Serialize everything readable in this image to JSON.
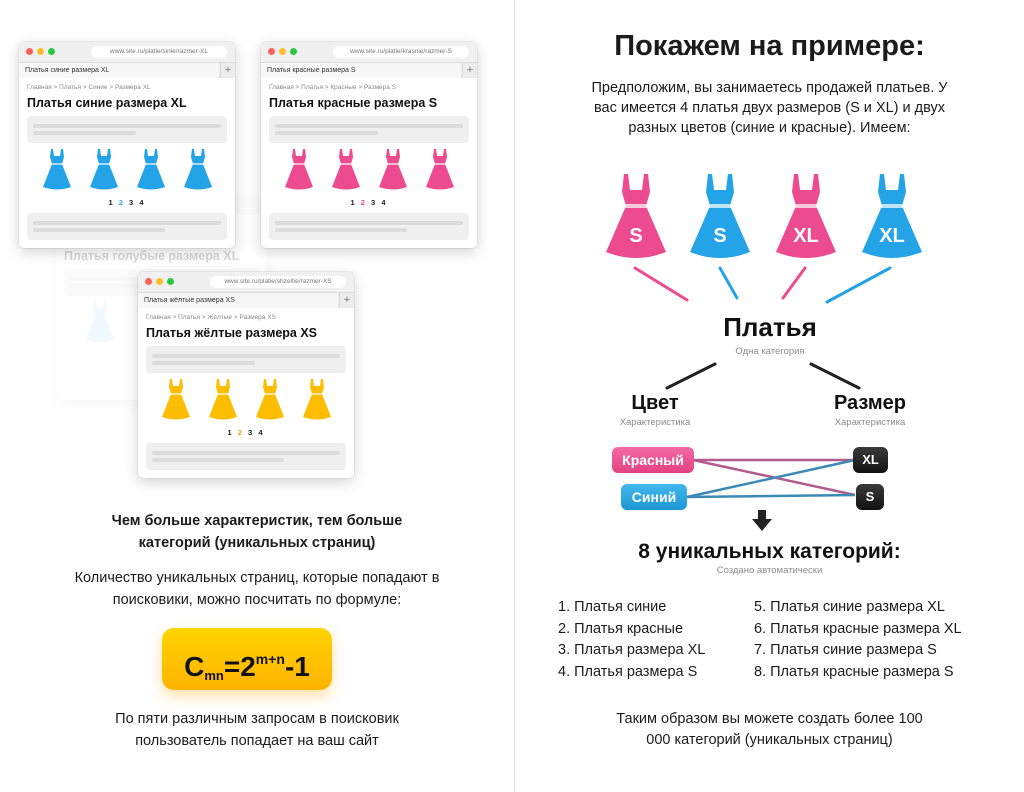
{
  "windows": [
    {
      "url": "www.site.ru/platie/sinie/razmer-XL",
      "tab": "Платья синие размера XL",
      "crumbs": "Главная > Платья > Синие > Размера XL",
      "title": "Платья синие размера XL",
      "pages": [
        "1",
        "2",
        "3",
        "4"
      ],
      "dress_color": "blue"
    },
    {
      "url": "www.site.ru/platie/krasnie/razmer-S",
      "tab": "Платья красные размера S",
      "crumbs": "Главная > Платья > Красные > Размера S",
      "title": "Платья красные размера S",
      "pages": [
        "1",
        "2",
        "3",
        "4"
      ],
      "dress_color": "pink"
    },
    {
      "title": "Платья голубые размера XL",
      "dress_color": "lightblue"
    },
    {
      "url": "www.site.ru/platie/shzeltie/razmer-XS",
      "tab": "Платья жёлтые размера XS",
      "crumbs": "Главная > Платья > Жёлтые > Размера XS",
      "title": "Платья жёлтые размера XS",
      "pages": [
        "1",
        "2",
        "3",
        "4"
      ],
      "dress_color": "yellow"
    }
  ],
  "left": {
    "headline": "Чем больше характеристик, тем больше категорий (уникальных страниц)",
    "formula_intro": "Количество уникальных страниц, которые попадают в поисковики, можно посчитать по формуле:",
    "formula": {
      "base": "C",
      "sub": "mn",
      "eq": "=2",
      "exp": "m+n",
      "tail": "-1"
    },
    "footer": "По пяти различным запросам в поисковик пользователь попадает на ваш сайт"
  },
  "right": {
    "title": "Покажем на примере:",
    "intro": "Предположим, вы занимаетесь продажей платьев. У вас имеется 4 платья двух размеров (S и XL) и двух разных цветов (синие и красные). Имеем:",
    "dresses": [
      {
        "label": "S",
        "color": "pink"
      },
      {
        "label": "S",
        "color": "blue"
      },
      {
        "label": "XL",
        "color": "pink"
      },
      {
        "label": "XL",
        "color": "blue"
      }
    ],
    "category": {
      "title": "Платья",
      "sub": "Одна категория"
    },
    "color_attr": {
      "title": "Цвет",
      "sub": "Характеристика"
    },
    "size_attr": {
      "title": "Размер",
      "sub": "Характеристика"
    },
    "colors": [
      "Красный",
      "Синий"
    ],
    "sizes": [
      "XL",
      "S"
    ],
    "result": {
      "title": "8 уникальных категорий:",
      "sub": "Создано автоматически"
    },
    "list_left": [
      "1. Платья синие",
      "2. Платья красные",
      "3. Платья размера XL",
      "4. Платья размера S"
    ],
    "list_right": [
      "5. Платья синие размера XL",
      "6. Платья красные размера XL",
      "7. Платья синие размера S",
      "8. Платья красные размера S"
    ],
    "conclusion": "Таким образом вы можете создать более 100 000 категорий (уникальных страниц)"
  },
  "colors": {
    "pink": "#ec4b8f",
    "blue": "#24a3e6",
    "lightblue": "#bfe6f7",
    "yellow": "#ffbd00",
    "formula_bg": "#ffc400"
  }
}
